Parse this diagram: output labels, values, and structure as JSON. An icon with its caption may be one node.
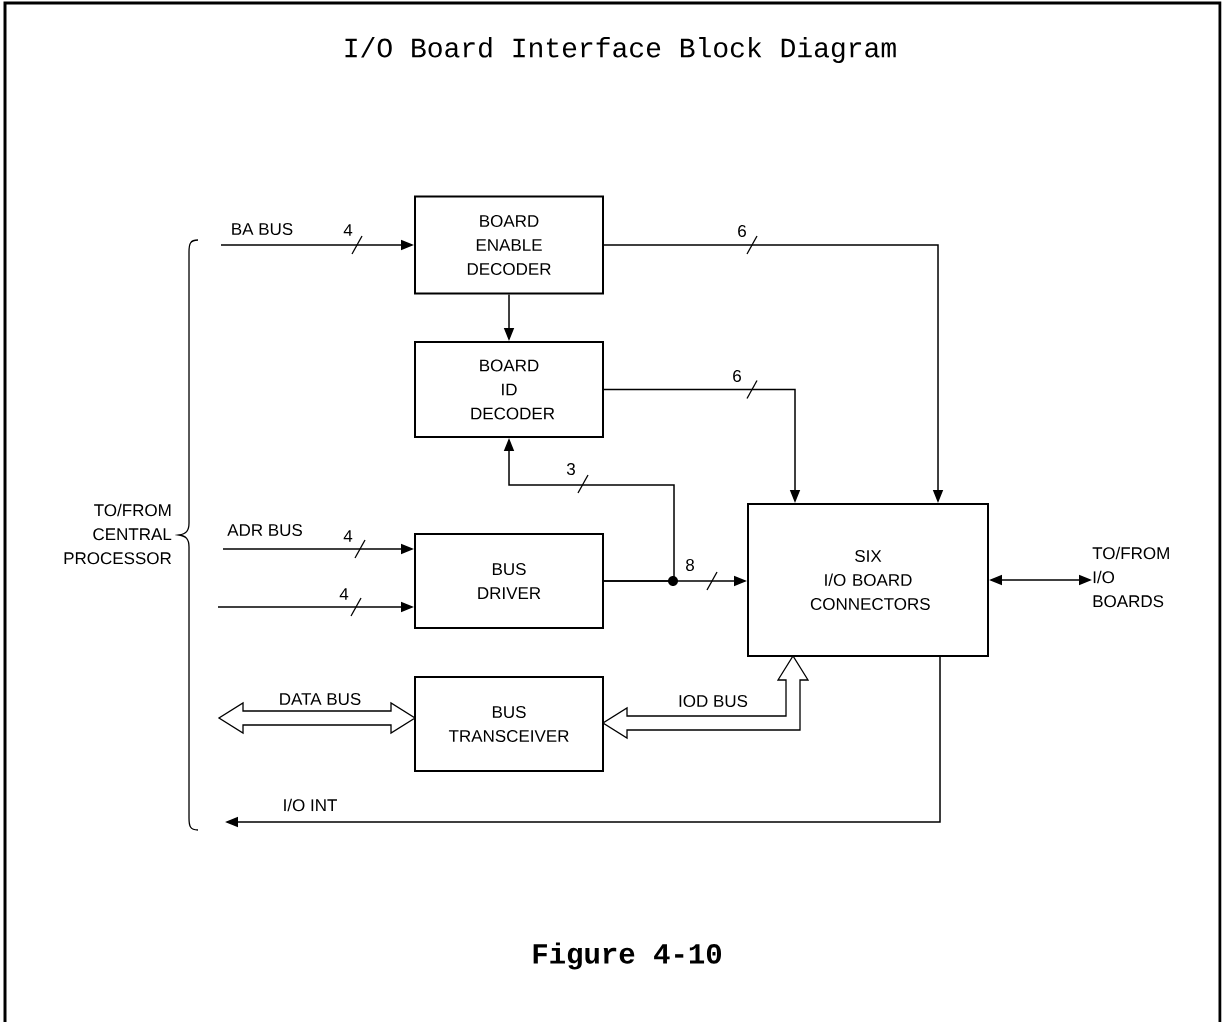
{
  "diagram": {
    "title": "I/O Board Interface Block Diagram",
    "caption": "Figure 4-10",
    "nodes": [
      {
        "text": [
          "BOARD ENABLE DECODER"
        ]
      },
      {
        "text": [
          "BOARD ID DECODER"
        ]
      },
      {
        "text": [
          "BUS DRIVER"
        ]
      },
      {
        "text": [
          "BUS TRANSCEIVER"
        ]
      },
      {
        "text": [
          "SIX I/O BOARD CONNECTORS"
        ]
      },
      {
        "text": [
          "TO/FROM I/O BOARDS"
        ]
      }
    ],
    "edges": [
      {
        "from": null,
        "to": 0,
        "arrow": "to",
        "label": "4"
      },
      {
        "from": 0,
        "to": 1,
        "arrow": "to"
      },
      {
        "from": 0,
        "to": 4,
        "arrow": "to",
        "label": "6"
      },
      {
        "from": 1,
        "to": 4,
        "arrow": "to",
        "label": "6"
      },
      {
        "from": 2,
        "to": 1,
        "arrow": "to",
        "label": "3"
      },
      {
        "from": 2,
        "to": 4,
        "arrow": "to",
        "label": "8"
      },
      {
        "from": null,
        "to": 2,
        "arrow": "to",
        "label": "4"
      },
      {
        "from": null,
        "to": 2,
        "arrow": "to",
        "label": "4"
      },
      {
        "from": null,
        "to": 3,
        "arrow": "both",
        "label": "DATA BUS",
        "style": "thick"
      },
      {
        "from": 3,
        "to": 4,
        "arrow": "both",
        "label": "IOD BUS",
        "style": "thick"
      },
      {
        "from": 4,
        "to": 5,
        "arrow": "both"
      },
      {
        "from": 4,
        "to": null,
        "arrow": "to",
        "label": "I/O INT"
      }
    ],
    "labels": [
      "BA BUS",
      "TO/FROM CENTRAL PROCESSOR",
      "ADR BUS"
    ]
  }
}
